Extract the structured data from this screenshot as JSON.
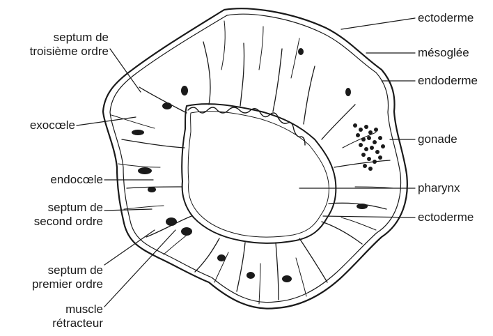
{
  "labels": {
    "ectoderme_top": "ectoderme",
    "mesoglee": "mésoglée",
    "endoderme": "endoderme",
    "gonade": "gonade",
    "pharynx": "pharynx",
    "ectoderme_bottom": "ectoderme",
    "septum_troisieme": [
      "septum de",
      "troisième ordre"
    ],
    "exocoele": "exocœle",
    "endocoele": "endocœle",
    "septum_second": [
      "septum de",
      "second ordre"
    ],
    "septum_premier": [
      "septum de",
      "premier ordre"
    ],
    "muscle": [
      "muscle",
      "rétracteur"
    ]
  },
  "colors": {
    "ink": "#1a1a1a",
    "background": "#ffffff"
  }
}
